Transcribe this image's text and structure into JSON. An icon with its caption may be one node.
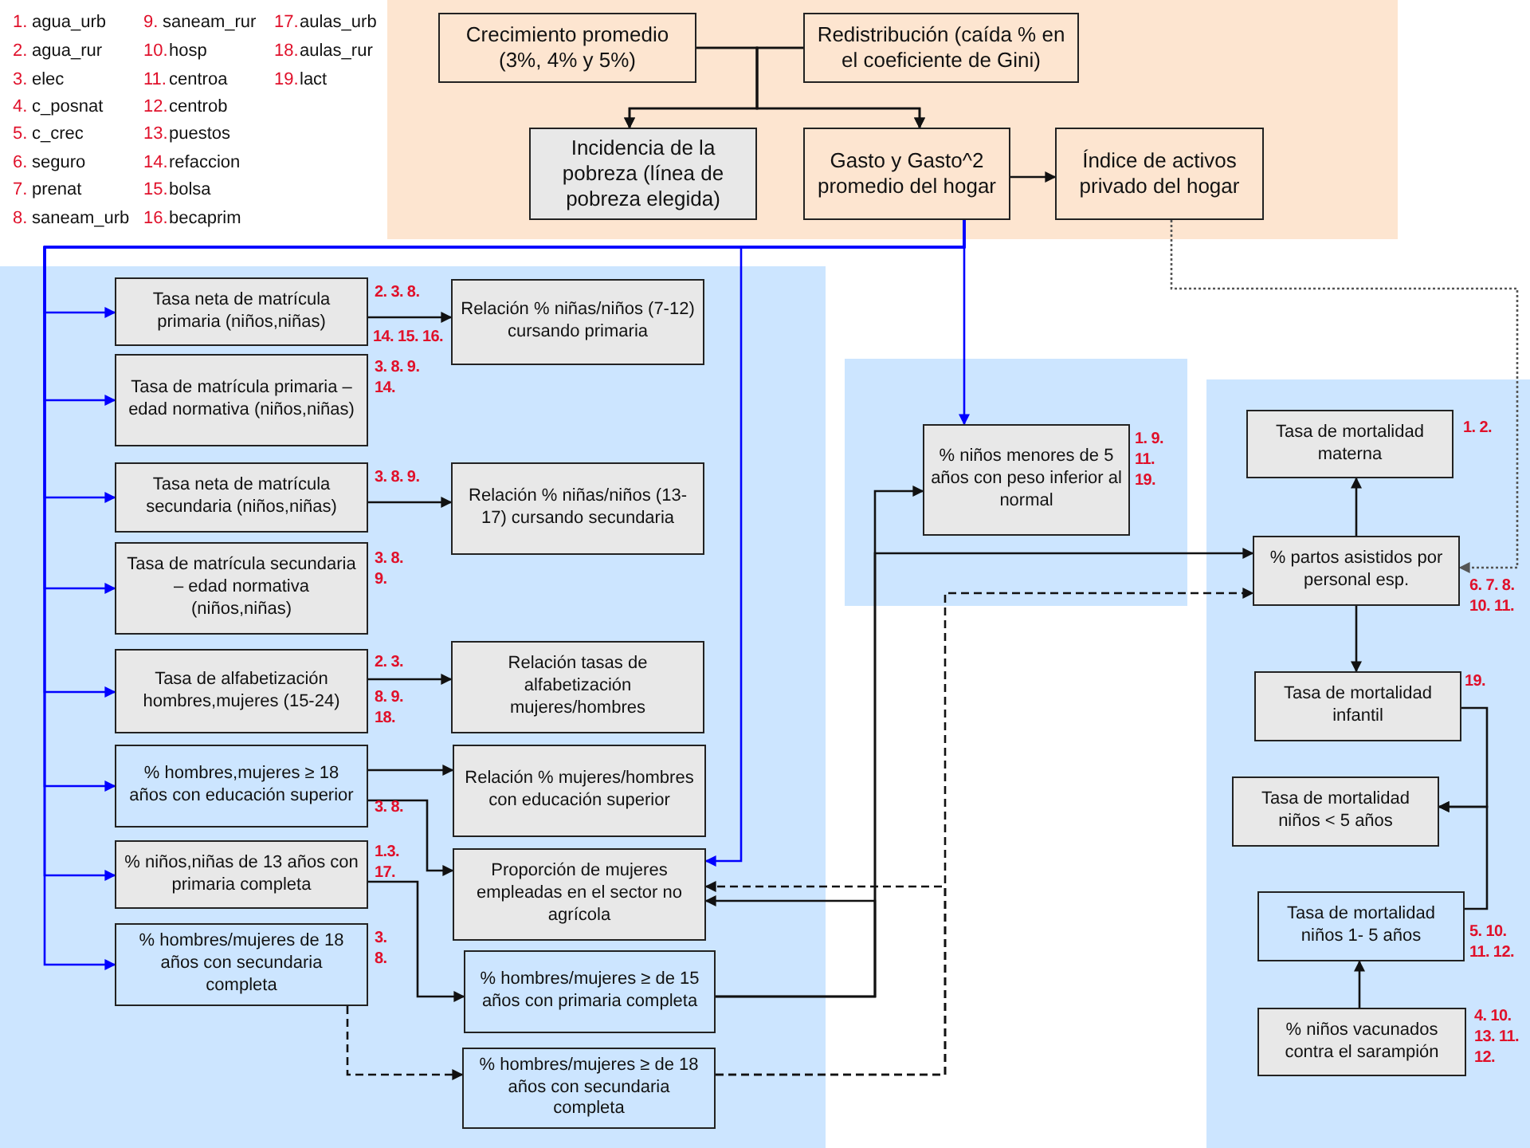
{
  "diagram": {
    "nodes": [
      {
        "text": [
          "Crecimiento promedio (3%, 4% y 5%)"
        ]
      },
      {
        "text": [
          "Redistribución (caída % en el coeficiente de Gini)"
        ]
      },
      {
        "text": [
          "Incidencia de la pobreza (línea de pobreza elegida)"
        ]
      },
      {
        "text": [
          "Gasto y Gasto^2 promedio del hogar"
        ]
      },
      {
        "text": [
          "Índice de activos privado del hogar"
        ]
      },
      {
        "text": [
          "Tasa neta de matrícula primaria (niños,niñas)"
        ],
        "beside": [
          "2. 3. 8.",
          "14. 15. 16."
        ]
      },
      {
        "text": [
          "Relación % niñas/niños (7-12) cursando primaria"
        ]
      },
      {
        "text": [
          "Tasa de matrícula primaria – edad normativa (niños,niñas)"
        ],
        "beside": [
          "3. 8. 9. 14."
        ]
      },
      {
        "text": [
          "Tasa neta de matrícula secundaria (niños,niñas)"
        ],
        "beside": [
          "3. 8. 9."
        ]
      },
      {
        "text": [
          "Relación % niñas/niños (13-17) cursando secundaria"
        ]
      },
      {
        "text": [
          "Tasa de matrícula secundaria – edad normativa (niños,niñas)"
        ],
        "beside": [
          "3. 8. 9."
        ]
      },
      {
        "text": [
          "Tasa de alfabetización hombres,mujeres (15-24)"
        ],
        "beside": [
          "2. 3.",
          "8. 9. 18."
        ]
      },
      {
        "text": [
          "Relación tasas de alfabetización mujeres/hombres"
        ]
      },
      {
        "text": [
          "% hombres,mujeres ≥ 18 años con educación superior"
        ],
        "beside": [
          "3. 8."
        ]
      },
      {
        "text": [
          "Relación % mujeres/hombres con educación superior"
        ]
      },
      {
        "text": [
          "% niños,niñas de 13 años con primaria completa"
        ],
        "beside": [
          "1.3. 17."
        ]
      },
      {
        "text": [
          "Proporción de mujeres empleadas en el sector no agrícola"
        ]
      },
      {
        "text": [
          "% hombres/mujeres de 18 años con secundaria completa"
        ],
        "beside": [
          "3. 8."
        ]
      },
      {
        "text": [
          "% hombres/mujeres ≥ de 15 años con primaria completa"
        ]
      },
      {
        "text": [
          "% hombres/mujeres ≥ de 18 años con secundaria completa"
        ]
      },
      {
        "text": [
          "% niños menores de 5 años con peso inferior al normal"
        ],
        "beside": [
          "1. 9. 11. 19."
        ]
      },
      {
        "text": [
          "Tasa de mortalidad materna"
        ],
        "beside": [
          "1. 2."
        ]
      },
      {
        "text": [
          "% partos asistidos por personal esp."
        ],
        "beside": [
          "6. 7. 8. 10. 11."
        ]
      },
      {
        "text": [
          "Tasa de mortalidad infantil"
        ],
        "beside": [
          "19."
        ]
      },
      {
        "text": [
          "Tasa de mortalidad niños < 5 años"
        ]
      },
      {
        "text": [
          "Tasa de mortalidad niños 1- 5 años"
        ],
        "beside": [
          "5. 10. 11. 12."
        ]
      },
      {
        "text": [
          "% niños vacunados contra el sarampión"
        ],
        "beside": [
          "4. 10. 13. 11. 12."
        ]
      }
    ],
    "edges": [
      {
        "from": 0,
        "to": 2,
        "arrow": "to"
      },
      {
        "from": 0,
        "to": 3,
        "arrow": "to"
      },
      {
        "from": 1,
        "to": 2,
        "arrow": "to"
      },
      {
        "from": 1,
        "to": 3,
        "arrow": "to"
      },
      {
        "from": 3,
        "to": 4,
        "arrow": "to"
      },
      {
        "from": 4,
        "to": 22,
        "arrow": "to",
        "style": "dashed",
        "color": "#555555"
      },
      {
        "from": 3,
        "to": 5,
        "arrow": "to",
        "color": "#0000ff"
      },
      {
        "from": 3,
        "to": 7,
        "arrow": "to",
        "color": "#0000ff"
      },
      {
        "from": 3,
        "to": 8,
        "arrow": "to",
        "color": "#0000ff"
      },
      {
        "from": 3,
        "to": 10,
        "arrow": "to",
        "color": "#0000ff"
      },
      {
        "from": 3,
        "to": 11,
        "arrow": "to",
        "color": "#0000ff"
      },
      {
        "from": 3,
        "to": 13,
        "arrow": "to",
        "color": "#0000ff"
      },
      {
        "from": 3,
        "to": 15,
        "arrow": "to",
        "color": "#0000ff"
      },
      {
        "from": 3,
        "to": 17,
        "arrow": "to",
        "color": "#0000ff"
      },
      {
        "from": 3,
        "to": 16,
        "arrow": "to",
        "color": "#0000ff"
      },
      {
        "from": 3,
        "to": 20,
        "arrow": "to",
        "color": "#0000ff"
      },
      {
        "from": 5,
        "to": 6,
        "arrow": "to"
      },
      {
        "from": 8,
        "to": 9,
        "arrow": "to"
      },
      {
        "from": 11,
        "to": 12,
        "arrow": "to"
      },
      {
        "from": 13,
        "to": 14,
        "arrow": "to"
      },
      {
        "from": 13,
        "to": 16,
        "arrow": "to"
      },
      {
        "from": 15,
        "to": 18,
        "arrow": "to"
      },
      {
        "from": 17,
        "to": 19,
        "arrow": "to",
        "style": "dashed"
      },
      {
        "from": 18,
        "to": 20,
        "arrow": "to"
      },
      {
        "from": 18,
        "to": 22,
        "arrow": "to"
      },
      {
        "from": 18,
        "to": 16,
        "arrow": "to"
      },
      {
        "from": 19,
        "to": 22,
        "arrow": "to",
        "style": "dashed"
      },
      {
        "from": 19,
        "to": 16,
        "arrow": "to",
        "style": "dashed"
      },
      {
        "from": 22,
        "to": 21,
        "arrow": "to"
      },
      {
        "from": 22,
        "to": 23,
        "arrow": "to"
      },
      {
        "from": 23,
        "to": 24,
        "arrow": "to"
      },
      {
        "from": 25,
        "to": 24,
        "arrow": "to"
      },
      {
        "from": 26,
        "to": 25,
        "arrow": "to"
      }
    ],
    "labels": [
      "1.",
      "agua_urb",
      "2.",
      "agua_rur",
      "3.",
      "elec",
      "4.",
      "c_posnat",
      "5.",
      "c_crec",
      "6.",
      "seguro",
      "7.",
      "prenat",
      "8.",
      "saneam_urb",
      "9.",
      "saneam_rur",
      "10.",
      "hosp",
      "11.",
      "centroa",
      "12.",
      "centrob",
      "13.",
      "puestos",
      "14.",
      "refaccion",
      "15.",
      "bolsa",
      "16.",
      "becaprim",
      "17.",
      "aulas_urb",
      "18.",
      "aulas_rur",
      "19.",
      "lact"
    ]
  }
}
